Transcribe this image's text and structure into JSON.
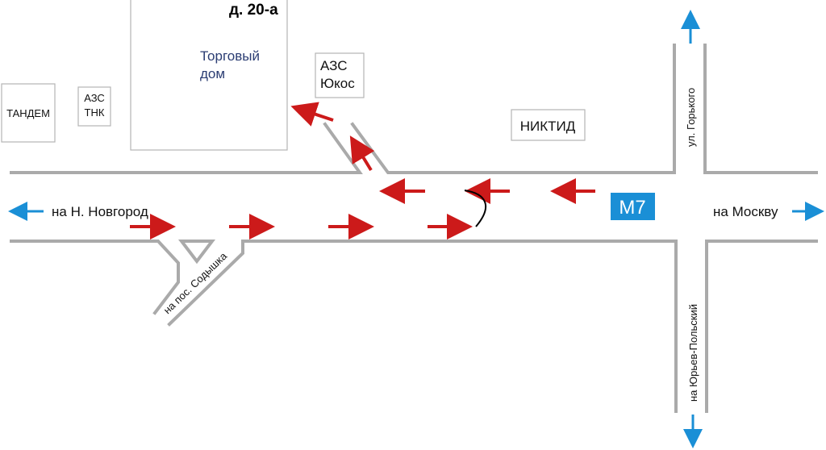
{
  "map": {
    "buildings": {
      "tandem": "ТАНДЕМ",
      "azs_tnk_line1": "АЗС",
      "azs_tnk_line2": "ТНК",
      "trade_house_line1": "Торговый",
      "trade_house_line2": "дом",
      "house_number": "д. 20-а",
      "azs_yukos_line1": "АЗС",
      "azs_yukos_line2": "Юкос",
      "niktid": "НИКТИД"
    },
    "highway": {
      "label": "М7",
      "color": "#1a8fd6"
    },
    "directions": {
      "to_nizhny": "на Н. Новгород",
      "to_moscow": "на Москву",
      "gorky_street": "ул. Горького",
      "to_yuryev": "на Юрьев-Польский",
      "to_sodyshka": "на пос. Содышка"
    },
    "colors": {
      "traffic_arrow": "#cc1a1a",
      "direction_arrow": "#1a8fd6",
      "road": "#aaaaaa"
    }
  }
}
